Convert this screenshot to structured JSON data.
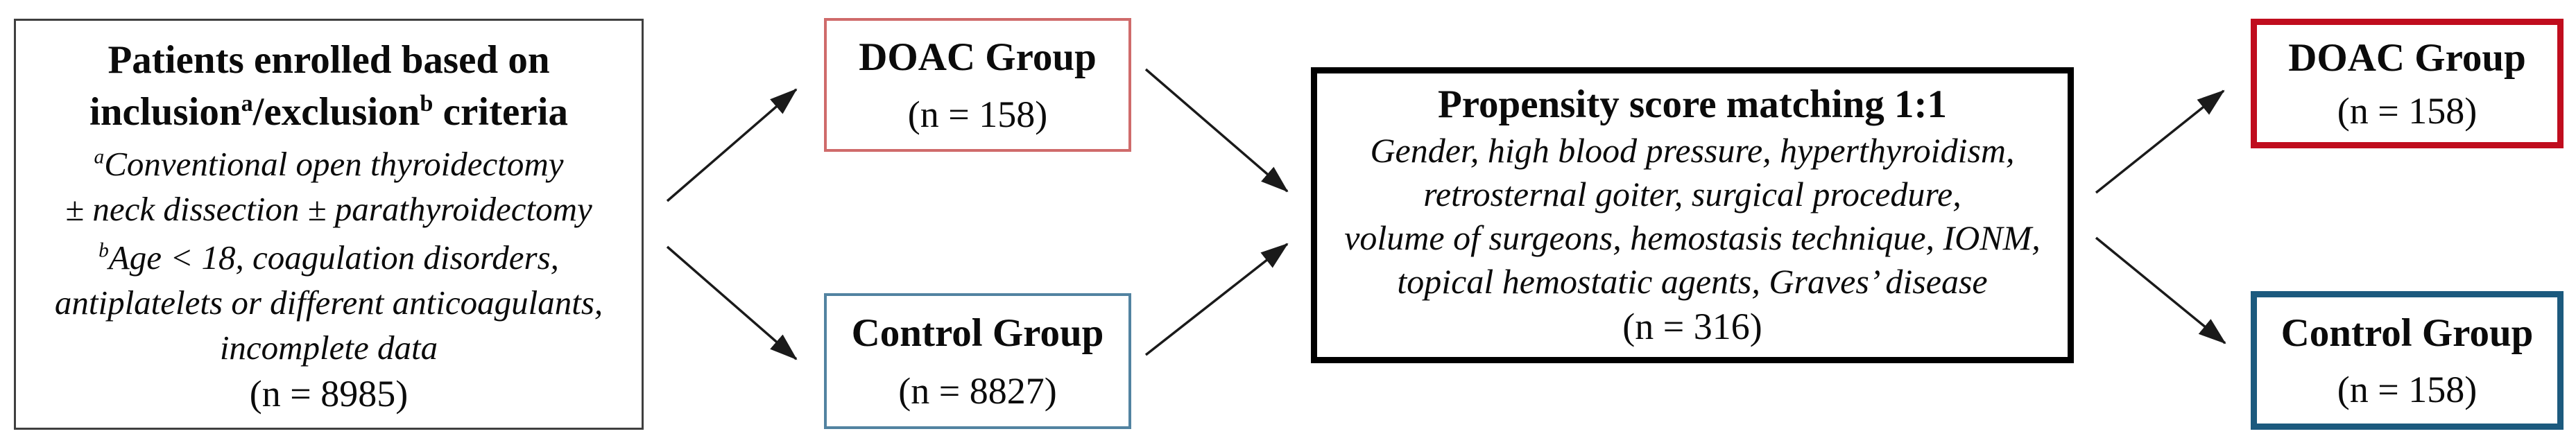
{
  "diagram": {
    "left_box": {
      "title_line1": "Patients enrolled based on",
      "title_line2": {
        "pre": "inclusion",
        "sup_a": "a",
        "mid": "/exclusion",
        "sup_b": "b",
        "post": " criteria"
      },
      "footnote_a": {
        "sup": "a",
        "line1": "Conventional open thyroidectomy",
        "line2": "± neck dissection ± parathyroidectomy"
      },
      "footnote_b": {
        "sup": "b",
        "line1": "Age < 18, coagulation disorders,",
        "line2": "antiplatelets or different anticoagulants,",
        "line3": "incomplete data"
      },
      "n_label": "(n = 8985)"
    },
    "doac_initial": {
      "title": "DOAC Group",
      "n_label": "(n = 158)"
    },
    "control_initial": {
      "title": "Control Group",
      "n_label": "(n = 8827)"
    },
    "psm_box": {
      "title": "Propensity score matching 1:1",
      "criteria_line1": "Gender, high blood pressure, hyperthyroidism,",
      "criteria_line2": "retrosternal goiter, surgical procedure,",
      "criteria_line3": "volume of surgeons, hemostasis technique, IONM,",
      "criteria_line4": "topical hemostatic agents, Graves’ disease",
      "n_label": "(n = 316)"
    },
    "doac_matched": {
      "title": "DOAC Group",
      "n_label": "(n = 158)"
    },
    "control_matched": {
      "title": "Control Group",
      "n_label": "(n = 158)"
    },
    "colors": {
      "left_box_border": "#3f3f3f",
      "doac_initial_border": "#cf6b6b",
      "control_initial_border": "#5283a1",
      "psm_border": "#000000",
      "doac_matched_border": "#c00d1e",
      "control_matched_border": "#1c5a7e",
      "arrow": "#1a1a1a"
    }
  }
}
